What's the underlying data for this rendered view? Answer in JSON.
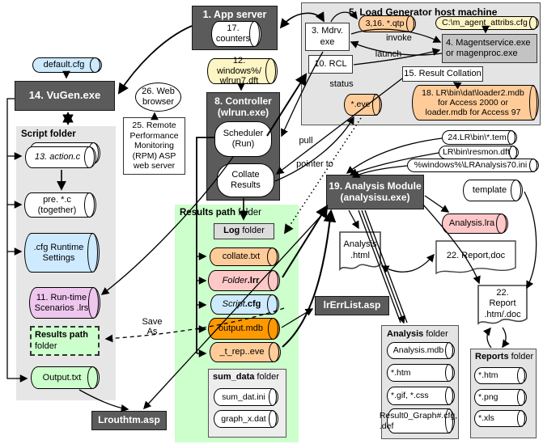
{
  "diagram": {
    "colors": {
      "dark_box": "#5b5b5b",
      "panel_gray": "#e4e4e4",
      "pale_green": "#ccffcc",
      "light_blue": "#cdeaff",
      "pale_yellow": "#fdf5c4",
      "peach": "#ffcc99",
      "orange": "#ff9900",
      "pink": "#ffc8c8",
      "violet": "#eec6ee"
    },
    "nodes": {
      "default_cfg": {
        "label": "default.cfg"
      },
      "vugen": {
        "label": "14. VuGen.exe"
      },
      "script_folder": {
        "label": "Script folder"
      },
      "action_c": {
        "label": "13. action.c"
      },
      "pre_c": {
        "label": "pre. *.c (together)"
      },
      "cfg_runtime": {
        "label": ".cfg Runtime Settings"
      },
      "runtime_scenarios": {
        "label": "11. Run-time Scenarios .lrs"
      },
      "results_path_dashed": {
        "bold": "Results path",
        "rest": "folder"
      },
      "output_txt": {
        "label": "Output.txt"
      },
      "lrouthtm": {
        "label": "Lrouthtm.asp"
      },
      "app_server": {
        "label": "1. App server"
      },
      "counters": {
        "label": "17. counters"
      },
      "wlrun_dft": {
        "label": "12. windows%/ wlrun7.dft"
      },
      "controller": {
        "label": "8. Controller (wlrun.exe)"
      },
      "scheduler": {
        "label": "Scheduler (Run)"
      },
      "collate_results": {
        "label": "Collate Results"
      },
      "web_browser": {
        "label": "26. Web browser"
      },
      "rpm_server": {
        "label": "25. Remote Performance Monitoring (RPM) ASP web server"
      },
      "load_generator": {
        "label": "5. Load Generator host machine"
      },
      "qtp": {
        "label": "3,16. *.qtp"
      },
      "agent_attribs": {
        "label": "C:\\m_agent_attribs.cfg"
      },
      "mdrv": {
        "label": "3. Mdrv. exe"
      },
      "magent": {
        "label": "4. Magentservice.exe or magenproc.exe"
      },
      "rcl": {
        "label": "10. RCL"
      },
      "result_collation": {
        "label": "15. Result Collation"
      },
      "eve": {
        "label": "*.eve"
      },
      "loader_mdb": {
        "label": "18. LR\\bin\\dat\\loader2.mdb for Access 2000 or loader.mdb for Access 97"
      },
      "tem": {
        "label": "24.LR\\bin\\*.tem"
      },
      "resmon": {
        "label": "LR\\bin\\resmon.dft"
      },
      "lranalysis_ini": {
        "label": "%windows%\\LRAnalysis70.ini"
      },
      "analysis_module": {
        "label": "19. Analysis Module (analysisu.exe)"
      },
      "template": {
        "label": "template"
      },
      "analysis_lra": {
        "label": "Analysis.lra"
      },
      "analysis_html": {
        "label": "Analysis .html"
      },
      "report_doc": {
        "label": "22. Report,doc"
      },
      "report_htm_doc": {
        "label": "22. Report .htm/.doc"
      },
      "lrerrlist": {
        "label": "lrErrList.asp"
      },
      "results_path_panel": {
        "bold": "Results path",
        "rest": "folder"
      },
      "log_folder": {
        "bold": "Log",
        "rest": "folder"
      },
      "collate_txt": {
        "label": "collate.txt"
      },
      "folder_lrr": {
        "italic": "Folder",
        "bold": ".lrr"
      },
      "script_cfg": {
        "italic": "Script",
        "bold": ".cfg"
      },
      "output_mdb": {
        "label": "output.mdb"
      },
      "t_rep_eve": {
        "label": "_t_rep..eve"
      },
      "sum_data": {
        "bold": "sum_data",
        "rest": "folder"
      },
      "sum_dat_ini": {
        "label": "sum_dat.ini"
      },
      "graph_x_dat": {
        "label": "graph_x.dat"
      },
      "analysis_folder": {
        "bold": "Analysis",
        "rest": "folder"
      },
      "analysis_mdb": {
        "label": "Analysis.mdb"
      },
      "af_htm": {
        "label": "*.htm"
      },
      "af_gif_css": {
        "label": "*.gif, *.css"
      },
      "af_result0": {
        "label": "Result0_Graph#.cfg, .def"
      },
      "reports_folder": {
        "bold": "Reports",
        "rest": "folder"
      },
      "rf_htm": {
        "label": "*.htm"
      },
      "rf_png": {
        "label": "*.png"
      },
      "rf_xls": {
        "label": "*.xls"
      }
    },
    "edge_labels": {
      "invoke": "invoke",
      "launch": "launch",
      "status": "status",
      "pull": "pull",
      "pointer_to": "pointer to",
      "save_as": "Save As"
    }
  }
}
